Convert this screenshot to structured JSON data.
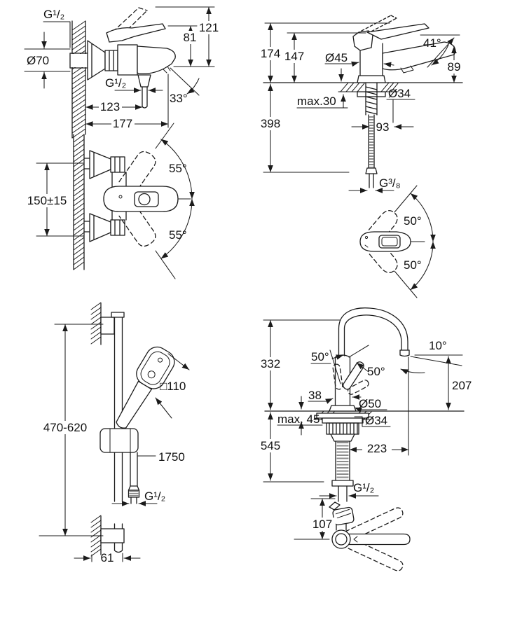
{
  "colors": {
    "background": "#ffffff",
    "line": "#1b1b1b",
    "text": "#111111"
  },
  "diagrams": {
    "bath_mixer_front": {
      "labels": {
        "wall_thread": "G¹/₂",
        "escutcheon_dia": "Ø70",
        "height_total": "121",
        "height_lever": "81",
        "outlet_thread": "G¹/₂",
        "spout_angle": "33°",
        "depth_outlet": "123",
        "depth_total": "177"
      }
    },
    "bath_mixer_top": {
      "labels": {
        "inlet_distance": "150±15",
        "swivel_upper": "55°",
        "swivel_lower": "55°"
      }
    },
    "basin_mixer": {
      "labels": {
        "height_total": "174",
        "height_body": "147",
        "body_dia": "Ø45",
        "lever_angle": "41°",
        "spout_height": "89",
        "deck_thickness_max": "max.30",
        "hole_dia": "Ø34",
        "supply_length": "398",
        "spout_reach": "93",
        "supply_thread": "G³/₈"
      }
    },
    "basin_handle_top": {
      "labels": {
        "swivel_upper": "50°",
        "swivel_lower": "50°"
      }
    },
    "shower_rail": {
      "labels": {
        "rail_adjust_range": "470-620",
        "head_size": "□110",
        "hose_length": "1750",
        "hose_thread": "G¹/₂",
        "bracket_depth": "61"
      }
    },
    "kitchen_mixer": {
      "labels": {
        "spout_height": "332",
        "lever_angle_upper": "50°",
        "lever_angle_lower": "50°",
        "spout_end_angle": "10°",
        "outlet_height": "207",
        "body_width": "38",
        "base_dia": "Ø50",
        "deck_thickness_max": "max. 45",
        "hole_dia": "Ø34",
        "supply_length": "545",
        "spout_reach": "223",
        "supply_thread": "G¹/₂",
        "swivel_offset": "107"
      }
    }
  }
}
